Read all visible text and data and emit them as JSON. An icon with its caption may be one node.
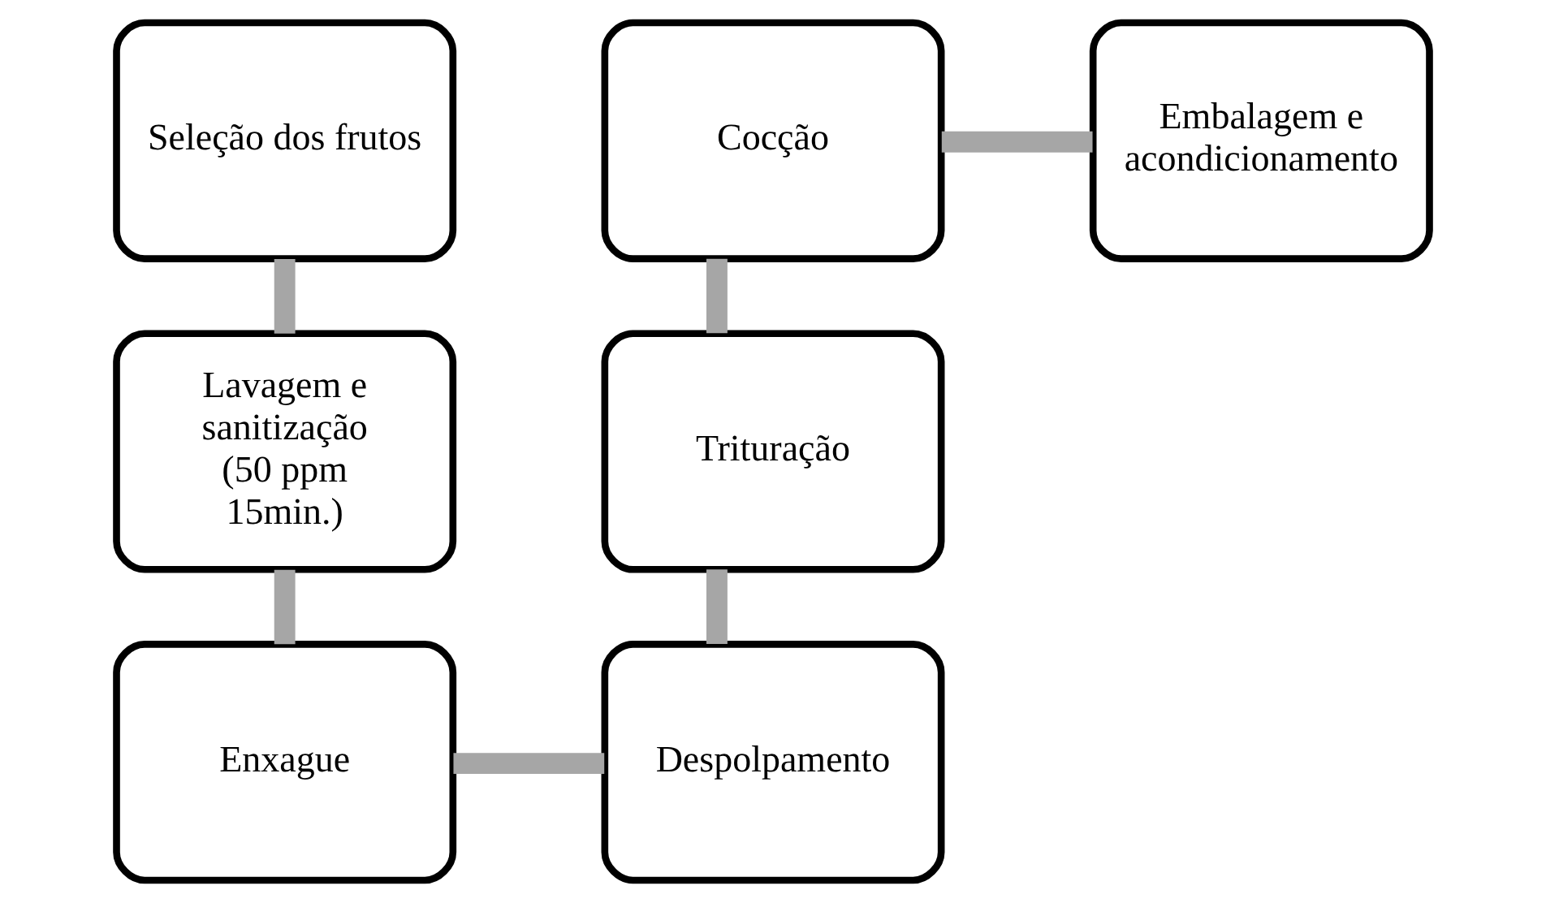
{
  "diagram": {
    "nodes": [
      {
        "text": [
          "Seleção dos frutos"
        ]
      },
      {
        "text": [
          "Lavagem e sanitização (50 ppm 15min.)"
        ]
      },
      {
        "text": [
          "Enxague"
        ]
      },
      {
        "text": [
          "Despolpamento"
        ]
      },
      {
        "text": [
          "Trituração"
        ]
      },
      {
        "text": [
          "Cocção"
        ]
      },
      {
        "text": [
          "Embalagem e acondicionamento"
        ]
      }
    ],
    "edges": [
      {
        "from": 0,
        "to": 1,
        "arrow": "none"
      },
      {
        "from": 1,
        "to": 2,
        "arrow": "none"
      },
      {
        "from": 2,
        "to": 3,
        "arrow": "none"
      },
      {
        "from": 3,
        "to": 4,
        "arrow": "none"
      },
      {
        "from": 4,
        "to": 5,
        "arrow": "none"
      },
      {
        "from": 5,
        "to": 6,
        "arrow": "none"
      }
    ]
  }
}
